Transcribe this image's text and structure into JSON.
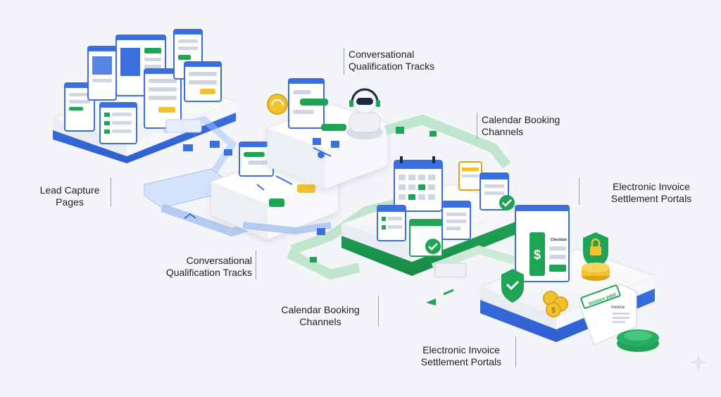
{
  "labels": {
    "lead_capture": [
      "Lead Capture",
      "Pages"
    ],
    "qualification_top": [
      "Conversational",
      "Qualification Tracks"
    ],
    "qualification_bottom": [
      "Conversational",
      "Qualification Tracks"
    ],
    "calendar_top": [
      "Calendar Booking",
      "Channels"
    ],
    "calendar_bottom": [
      "Calendar Booking",
      "Channels"
    ],
    "invoice_top": [
      "Electronic Invoice",
      "Settlement Portals"
    ],
    "invoice_bottom": [
      "Electronic Invoice",
      "Settlement Portals"
    ]
  },
  "screens": {
    "checkout_title": "Checkout",
    "receipt_tag": "Invoice paid",
    "receipt_title": "Invoice"
  },
  "colors": {
    "blue": "#3b6fe0",
    "green": "#1fa355",
    "yellow": "#f2c12e",
    "platform": "#ffffff",
    "track_blue": "#bcd0f6",
    "track_green": "#bfe6cc"
  },
  "icons": [
    "headset-robot-icon",
    "dollar-icon",
    "shield-check-icon",
    "padlock-icon",
    "coin-stack-icon",
    "calendar-icon",
    "checkmark-icon",
    "sparkle-icon"
  ]
}
